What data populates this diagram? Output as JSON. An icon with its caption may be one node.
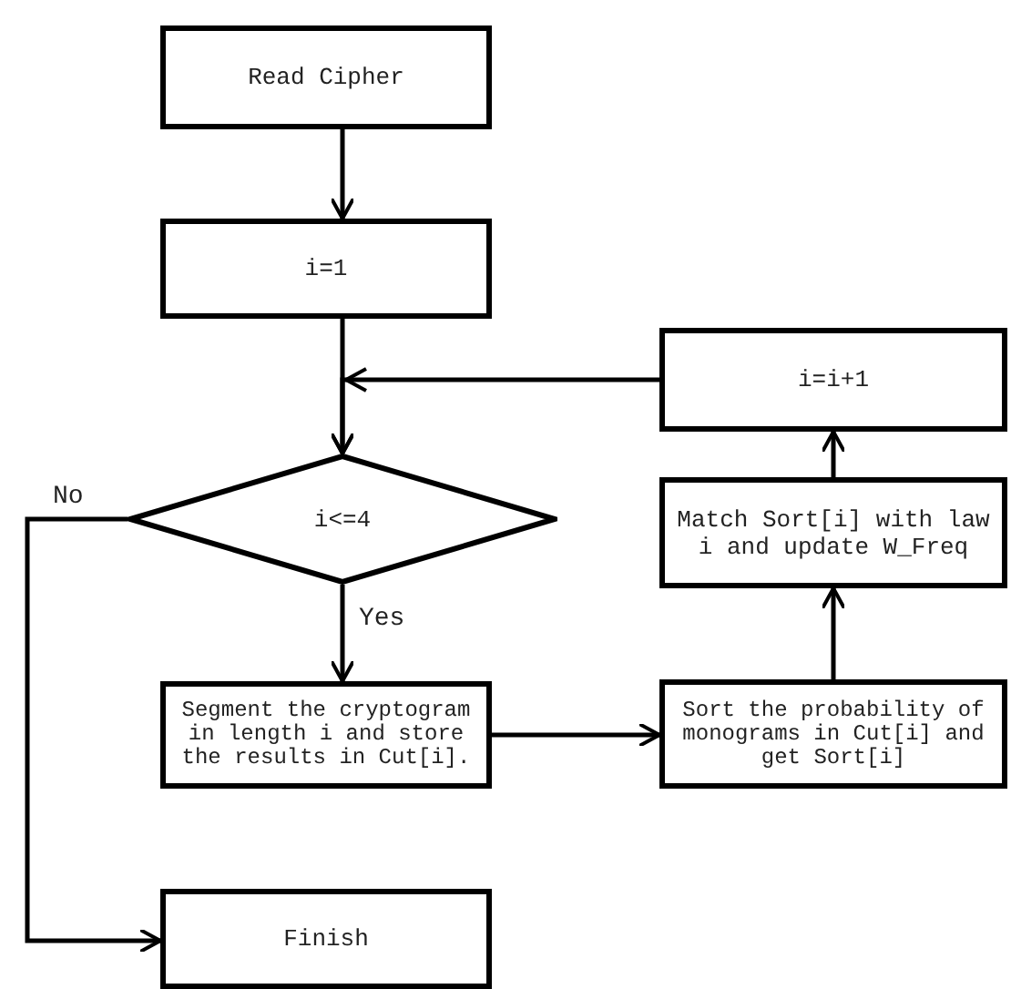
{
  "diagram": {
    "nodes": [
      {
        "text": [
          "Read Cipher"
        ]
      },
      {
        "text": [
          "i=1"
        ]
      },
      {
        "text": [
          "i<=4"
        ]
      },
      {
        "text": [
          "Segment the cryptogram in length i and store the results in Cut[i]."
        ]
      },
      {
        "text": [
          "Sort the probability of monograms in Cut[i] and get Sort[i]"
        ]
      },
      {
        "text": [
          "Match Sort[i] with law i and update W_Freq"
        ]
      },
      {
        "text": [
          "i=i+1"
        ]
      },
      {
        "text": [
          "Finish"
        ]
      }
    ],
    "edges": [
      {
        "from": 0,
        "to": 1,
        "arrow": "to"
      },
      {
        "from": 1,
        "to": 2,
        "arrow": "to"
      },
      {
        "from": 2,
        "to": 3,
        "arrow": "to",
        "label": "Yes"
      },
      {
        "from": 3,
        "to": 4,
        "arrow": "to"
      },
      {
        "from": 4,
        "to": 5,
        "arrow": "to"
      },
      {
        "from": 5,
        "to": 6,
        "arrow": "to"
      },
      {
        "from": 6,
        "to": 2,
        "arrow": "to"
      },
      {
        "from": 2,
        "to": 7,
        "arrow": "to",
        "label": "No"
      }
    ]
  }
}
